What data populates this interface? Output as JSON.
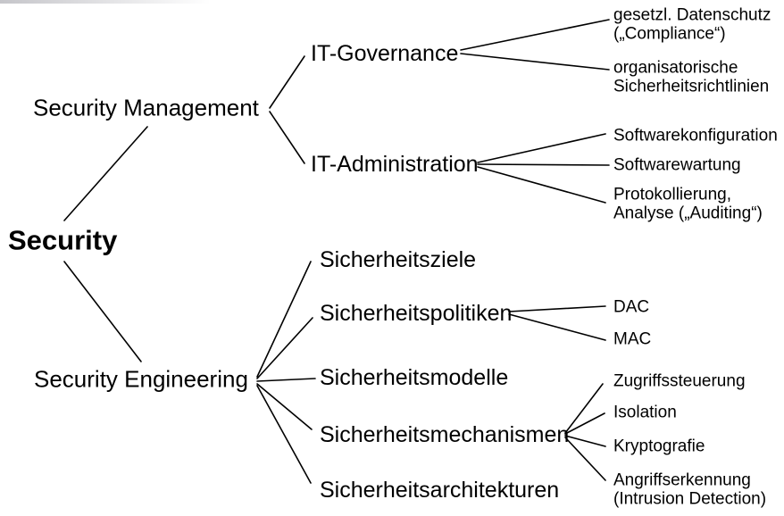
{
  "colors": {
    "background": "#ffffff",
    "text": "#000000",
    "line": "#000000"
  },
  "tree": {
    "root": {
      "label": "Security"
    },
    "branches": [
      {
        "label": "Security Management",
        "children": [
          {
            "label": "IT-Governance",
            "children": [
              {
                "label": "gesetzl. Datenschutz\n(„Compliance“)"
              },
              {
                "label": "organisatorische\nSicherheitsrichtlinien"
              }
            ]
          },
          {
            "label": "IT-Administration",
            "children": [
              {
                "label": "Softwarekonfiguration"
              },
              {
                "label": "Softwarewartung"
              },
              {
                "label": "Protokollierung,\nAnalyse („Auditing“)"
              }
            ]
          }
        ]
      },
      {
        "label": "Security Engineering",
        "children": [
          {
            "label": "Sicherheitsziele",
            "children": []
          },
          {
            "label": "Sicherheitspolitiken",
            "children": [
              {
                "label": "DAC"
              },
              {
                "label": "MAC"
              }
            ]
          },
          {
            "label": "Sicherheitsmodelle",
            "children": []
          },
          {
            "label": "Sicherheitsmechanismen",
            "children": [
              {
                "label": "Zugriffssteuerung"
              },
              {
                "label": "Isolation"
              },
              {
                "label": "Kryptografie"
              },
              {
                "label": "Angriffserkennung\n(Intrusion Detection)"
              }
            ]
          },
          {
            "label": "Sicherheitsarchitekturen",
            "children": []
          }
        ]
      }
    ]
  }
}
